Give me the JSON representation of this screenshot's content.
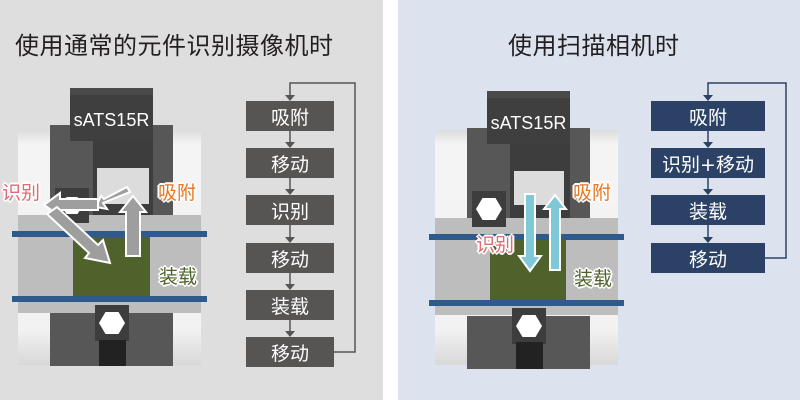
{
  "left": {
    "title": "使用通常的元件识别摄像机时",
    "machine_label": "sATS15R",
    "labels": {
      "recognize": "识别",
      "pickup": "吸附",
      "mount": "装载"
    },
    "flow_steps": [
      "吸附",
      "移动",
      "识别",
      "移动",
      "装载",
      "移动"
    ],
    "colors": {
      "background": "#dedede",
      "step_box": "#575454",
      "arrow": "#9e9e9e"
    }
  },
  "right": {
    "title": "使用扫描相机时",
    "machine_label": "sATS15R",
    "labels": {
      "recognize": "识别",
      "pickup": "吸附",
      "mount": "装载"
    },
    "flow_steps": [
      "吸附",
      "识别+移动",
      "装载",
      "移动"
    ],
    "colors": {
      "background": "#dce3ee",
      "step_box": "#2b4266",
      "arrow": "#7ec8d8"
    }
  },
  "colors": {
    "recognize_label": "#e06a73",
    "pickup_label": "#e8751d",
    "mount_label": "#4f622c",
    "rail_blue": "#2f5a8c",
    "component_green": "#4f622c"
  }
}
